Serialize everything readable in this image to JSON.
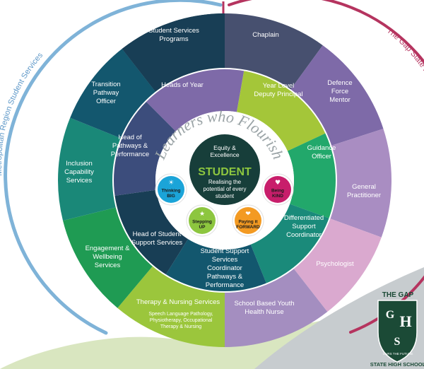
{
  "arc_labels": {
    "left": "Metropolitan Region Student Services",
    "right": "The Gap State High School Internal Services",
    "ring": "Learners who Flourish"
  },
  "centre": {
    "top": [
      "Equity &",
      "Excellence"
    ],
    "title": "STUDENT",
    "sub": [
      "Realising the",
      "potential of every",
      "student"
    ]
  },
  "values": [
    {
      "id": "thinking-big",
      "lines": [
        "Thinking",
        "BIG"
      ],
      "color": "#1BA4D8",
      "icon": "lightbulb-icon"
    },
    {
      "id": "being-kind",
      "lines": [
        "Being",
        "KIND"
      ],
      "color": "#C81E6B",
      "icon": "heart-icon"
    },
    {
      "id": "stepping-up",
      "lines": [
        "Stepping",
        "UP"
      ],
      "color": "#8DC63F",
      "icon": "running-person-icon"
    },
    {
      "id": "paying-it-forward",
      "lines": [
        "Paying it",
        "FORWARD"
      ],
      "color": "#F39A22",
      "icon": "hand-heart-icon"
    }
  ],
  "inner_ring": [
    {
      "id": "heads-of-year",
      "lines": [
        "Heads of Year"
      ],
      "color": "#7E6AA8"
    },
    {
      "id": "year-level-deputy-principal",
      "lines": [
        "Year Level",
        "Deputy Principal"
      ],
      "color": "#A4C639"
    },
    {
      "id": "guidance-officer",
      "lines": [
        "Guidance",
        "Officer"
      ],
      "color": "#22A86B"
    },
    {
      "id": "differentiated-support-coordinator",
      "lines": [
        "Differentiated",
        "Support",
        "Coordinator"
      ],
      "color": "#1A8A7A"
    },
    {
      "id": "student-support-services-coordinator",
      "lines": [
        "Student Support",
        "Services",
        "Coordinator",
        "Pathways &",
        "Performance"
      ],
      "color": "#13576E"
    },
    {
      "id": "head-of-student-support-services",
      "lines": [
        "Head of Student",
        "Support Services"
      ],
      "color": "#183E55"
    },
    {
      "id": "head-of-pathways-performance",
      "lines": [
        "Head of",
        "Pathways &",
        "Performance"
      ],
      "color": "#3C4D7C"
    }
  ],
  "outer_ring": [
    {
      "id": "student-services-programs",
      "lines": [
        "Student Services",
        "Programs"
      ],
      "color": "#183E55"
    },
    {
      "id": "chaplain",
      "lines": [
        "Chaplain"
      ],
      "color": "#47506F"
    },
    {
      "id": "defence-force-mentor",
      "lines": [
        "Defence",
        "Force",
        "Mentor"
      ],
      "color": "#7E6AA8"
    },
    {
      "id": "general-practitioner",
      "lines": [
        "General",
        "Practitioner"
      ],
      "color": "#A98DC2"
    },
    {
      "id": "psychologist",
      "lines": [
        "Psychologist"
      ],
      "color": "#DAA9CF"
    },
    {
      "id": "school-based-youth-health-nurse",
      "lines": [
        "School Based Youth",
        "Health Nurse"
      ],
      "color": "#A48EC0"
    },
    {
      "id": "therapy-nursing-services",
      "lines": [
        "Therapy & Nursing Services"
      ],
      "sub": [
        "Speech Language Pathology,",
        "Physiotherapy, Occupational",
        "Therapy & Nursing"
      ],
      "color": "#9BC63C"
    },
    {
      "id": "engagement-wellbeing-services",
      "lines": [
        "Engagement &",
        "Wellbeing",
        "Services"
      ],
      "color": "#1F9B53"
    },
    {
      "id": "inclusion-capability-services",
      "lines": [
        "Inclusion",
        "Capability",
        "Services"
      ],
      "color": "#1A8878"
    },
    {
      "id": "transition-pathway-officer",
      "lines": [
        "Transition",
        "Pathway",
        "Officer"
      ],
      "color": "#13576E"
    }
  ],
  "logo": {
    "top": "THE GAP",
    "letters": [
      "G",
      "H",
      "S"
    ],
    "motto": "OURS THE FUTURE",
    "bottom": "STATE HIGH SCHOOL"
  },
  "colors": {
    "left_arc": "#7FB3D8",
    "right_arc": "#B5345F",
    "centre": "#173E3A",
    "hill_grey": "#C7CCCF",
    "hill_green": "#B9D18C",
    "logo_green": "#1B4A36"
  }
}
